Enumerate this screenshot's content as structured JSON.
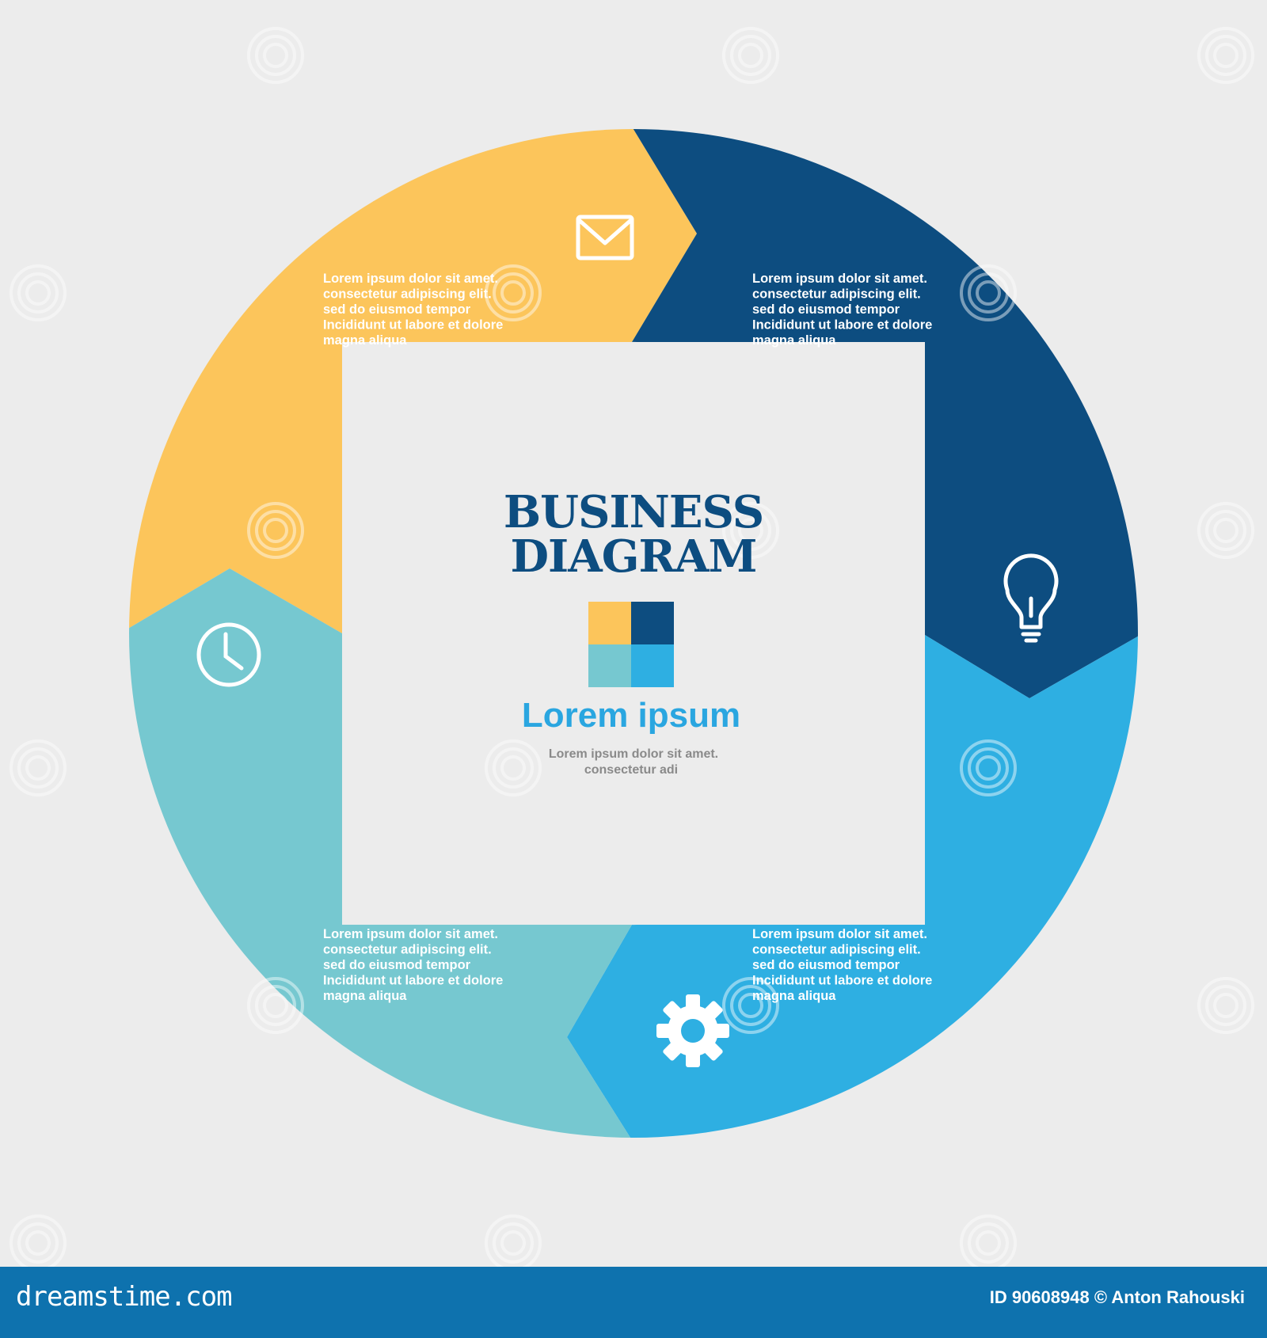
{
  "diagram": {
    "title_line1": "BUSINESS",
    "title_line2": "DIAGRAM",
    "subtitle": "Lorem ipsum",
    "caption_line1": "Lorem ipsum dolor sit amet.",
    "caption_line2": "consectetur adi",
    "segments": [
      {
        "color": "#fcc55b",
        "icon": "envelope-icon",
        "text": [
          "Lorem ipsum dolor sit amet.",
          "consectetur adipiscing elit.",
          "sed do eiusmod tempor",
          "Incididunt ut labore et dolore",
          "magna aliqua"
        ]
      },
      {
        "color": "#0d4d80",
        "icon": "lightbulb-icon",
        "text": [
          "Lorem ipsum dolor sit amet.",
          "consectetur adipiscing elit.",
          "sed do eiusmod tempor",
          "Incididunt ut labore et dolore",
          "magna aliqua"
        ]
      },
      {
        "color": "#2eafe2",
        "icon": "gear-icon",
        "text": [
          "Lorem ipsum dolor sit amet.",
          "consectetur adipiscing elit.",
          "sed do eiusmod tempor",
          "Incididunt ut labore et dolore",
          "magna aliqua"
        ]
      },
      {
        "color": "#76c8d0",
        "icon": "clock-icon",
        "text": [
          "Lorem ipsum dolor sit amet.",
          "consectetur adipiscing elit.",
          "sed do eiusmod tempor",
          "Incididunt ut labore et dolore",
          "magna aliqua"
        ]
      }
    ],
    "legend_colors": [
      "#fcc55b",
      "#0d4d80",
      "#76c8d0",
      "#2eafe2"
    ]
  },
  "watermark": {
    "text": "dreamstime",
    "site": "dreamstime.com",
    "credit": "ID 90608948 © Anton Rahouski"
  }
}
